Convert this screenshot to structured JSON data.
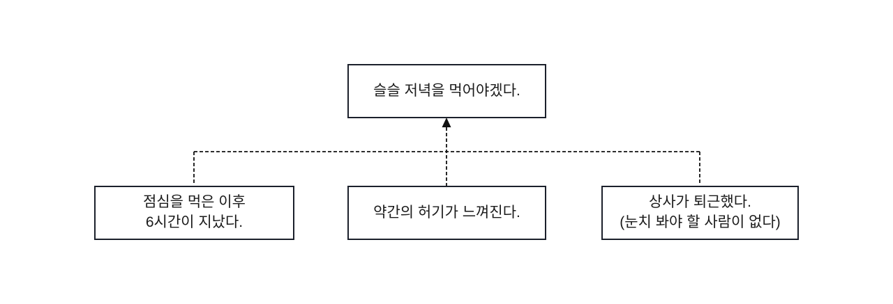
{
  "diagram": {
    "type": "argument-tree",
    "conclusion": {
      "text": "슬슬 저녁을 먹어야겠다."
    },
    "premises": [
      {
        "text": "점심을 먹은 이후\n6시간이 지났다."
      },
      {
        "text": "약간의 허기가 느껴진다."
      },
      {
        "text": "상사가 퇴근했다.\n(눈치 봐야 할 사람이 없다)"
      }
    ],
    "connector": {
      "style": "dashed",
      "arrow_direction": "up"
    },
    "colors": {
      "background": "#ffffff",
      "box_border": "#1b202b",
      "box_fill": "#ffffff",
      "line": "#111111",
      "text": "#1a1a1a"
    }
  }
}
